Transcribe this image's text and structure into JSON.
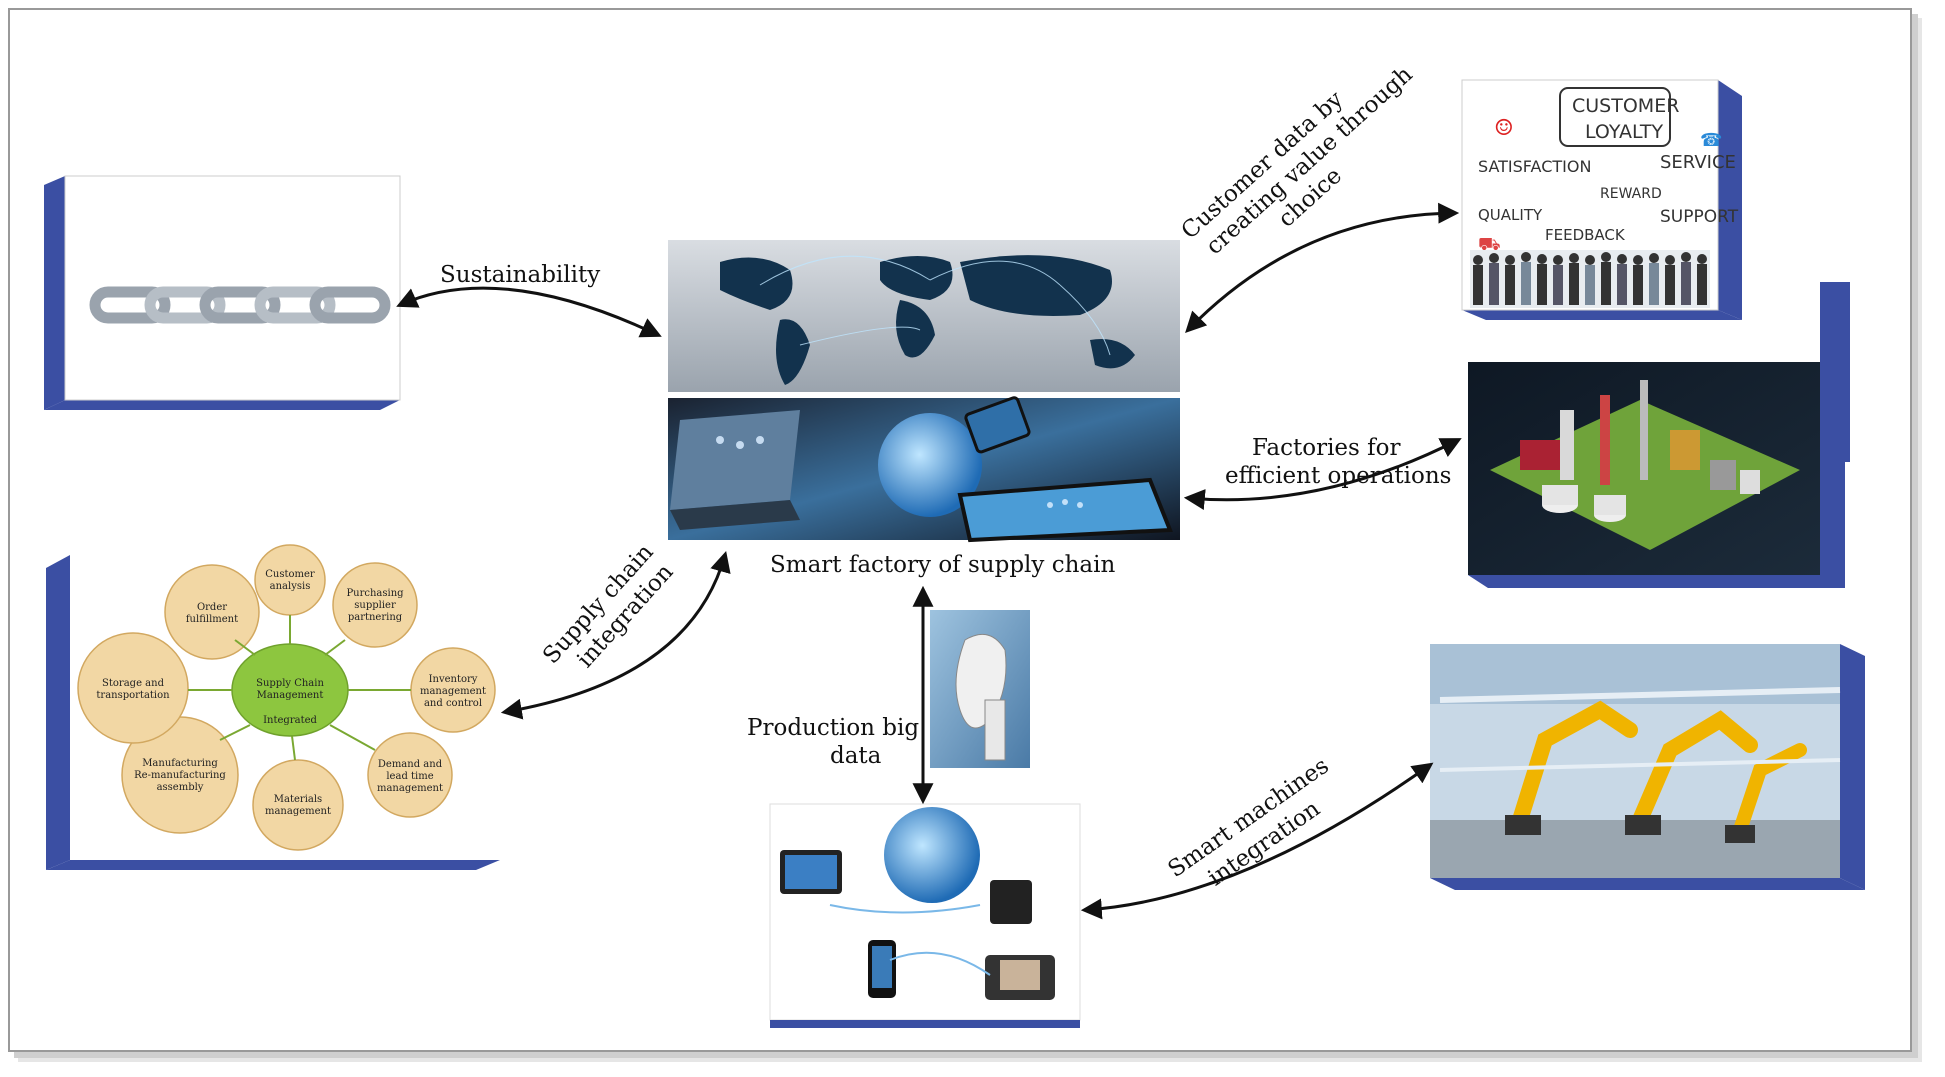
{
  "center": {
    "caption": "Smart factory of supply chain"
  },
  "links": {
    "sustainability": "Sustainability",
    "customer_line1": "Customer data by",
    "customer_line2": "creating value through",
    "customer_line3": "choice",
    "factories_line1": "Factories for",
    "factories_line2": "efficient operations",
    "supply_line1": "Supply chain",
    "supply_line2": "integration",
    "production_line1": "Production big",
    "production_line2": "data",
    "machines_line1": "Smart machines",
    "machines_line2": "integration"
  },
  "loyalty": {
    "customer": "CUSTOMER",
    "loyalty": "LOYALTY",
    "satisfaction": "SATISFACTION",
    "service": "SERVICE",
    "reward": "REWARD",
    "quality": "QUALITY",
    "support": "SUPPORT",
    "feedback": "FEEDBACK"
  },
  "scm": {
    "center_line1": "Integrated",
    "center_line2": "Supply Chain",
    "center_line3": "Management",
    "customer_line1": "Customer",
    "customer_line2": "analysis",
    "purchasing_line1": "Purchasing",
    "purchasing_line2": "supplier",
    "purchasing_line3": "partnering",
    "inventory_line1": "Inventory",
    "inventory_line2": "management",
    "inventory_line3": "and control",
    "demand_line1": "Demand and",
    "demand_line2": "lead time",
    "demand_line3": "management",
    "materials_line1": "Materials",
    "materials_line2": "management",
    "manufacturing_line1": "Manufacturing",
    "manufacturing_line2": "Re-manufacturing",
    "manufacturing_line3": "assembly",
    "storage_line1": "Storage and",
    "storage_line2": "transportation",
    "order_line1": "Order",
    "order_line2": "fulfillment"
  },
  "colors": {
    "panel_side": "#3b4fa3",
    "arrow": "#111111",
    "scm_node": "#f2d7a4",
    "scm_center": "#8dc63f"
  }
}
